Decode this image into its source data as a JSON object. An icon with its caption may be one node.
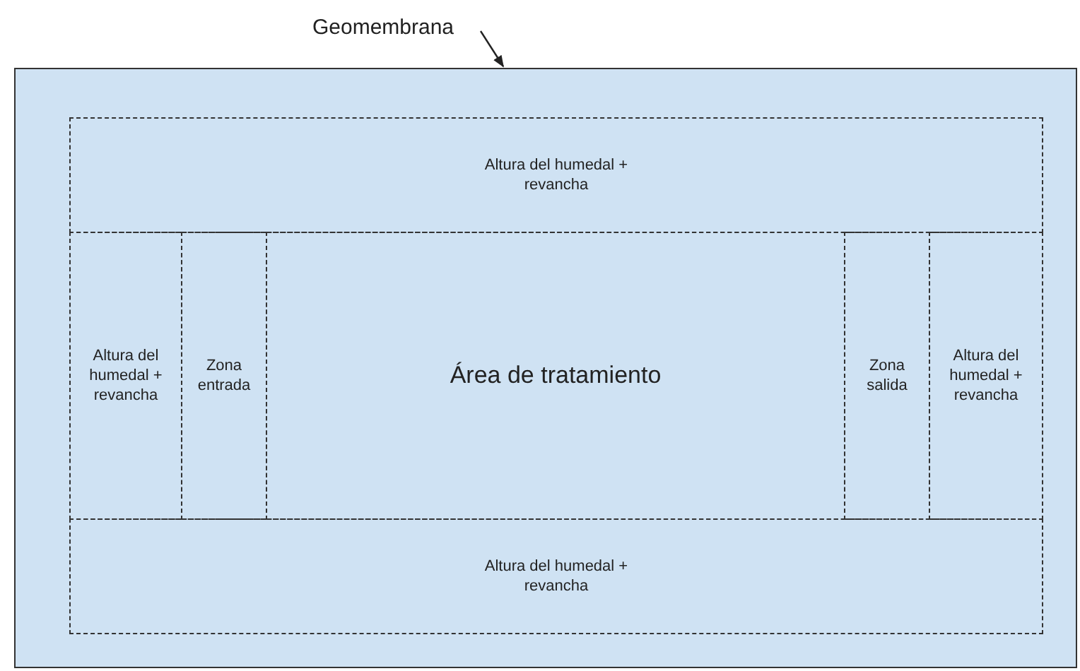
{
  "diagram": {
    "nodes": [
      {
        "text": [
          "Geomembrana"
        ]
      },
      {
        "text": [],
        "shape": "box"
      },
      {
        "text": [
          "Altura del humedal + revancha"
        ],
        "in": 1
      },
      {
        "text": [
          "Altura del humedal + revancha"
        ],
        "in": 1
      },
      {
        "text": [
          "Zona entrada"
        ],
        "in": 1
      },
      {
        "text": [
          "Área de tratamiento"
        ],
        "in": 1
      },
      {
        "text": [
          "Zona salida"
        ],
        "in": 1
      },
      {
        "text": [
          "Altura del humedal + revancha"
        ],
        "in": 1
      },
      {
        "text": [
          "Altura del humedal + revancha"
        ],
        "in": 1
      }
    ],
    "edges": [
      {
        "from": 0,
        "to": 1,
        "arrow": "to"
      }
    ]
  }
}
